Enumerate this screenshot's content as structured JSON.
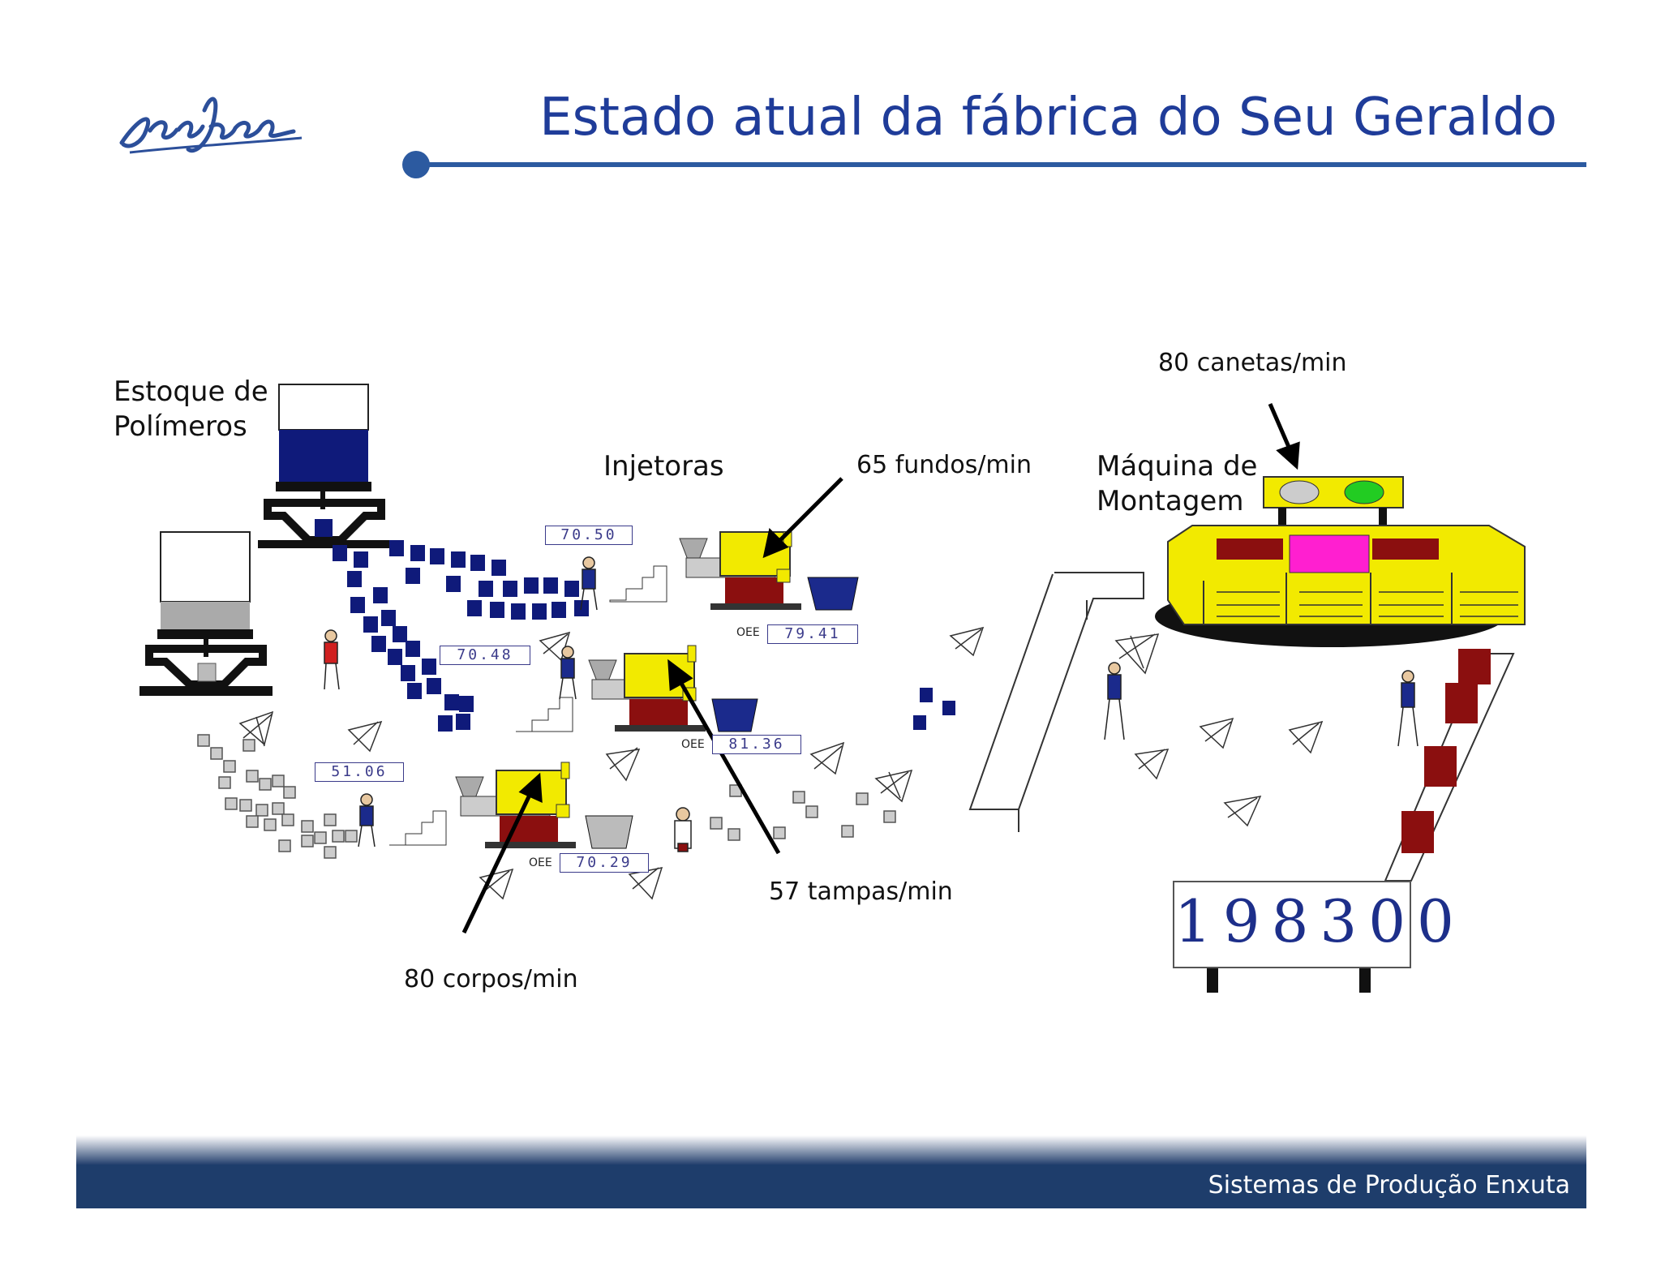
{
  "slide": {
    "title": "Estado atual da fábrica do Seu Geraldo",
    "footer": "Sistemas de Produção Enxuta",
    "logo_text": "São Judas"
  },
  "diagram": {
    "labels": {
      "stock": "Estoque de\nPolímeros",
      "injectors": "Injetoras",
      "assembly": "Máquina de\nMontagem",
      "rate_pens": "80 canetas/min",
      "rate_bottoms": "65 fundos/min",
      "rate_caps": "57 tampas/min",
      "rate_bodies": "80 corpos/min"
    },
    "oee_tag": "OEE",
    "gauges": {
      "g1": "70.50",
      "g2": "70.48",
      "g3": "51.06",
      "oee1": "79.41",
      "oee2": "81.36",
      "oee3": "70.29"
    },
    "counter": "198300"
  },
  "colors": {
    "title": "#1f3c99",
    "footer": "#1e3d6b",
    "polymer": "#0f1a7a",
    "machine": "#f2ea00",
    "magenta": "#ff1fd0",
    "product": "#8b0f0f"
  }
}
